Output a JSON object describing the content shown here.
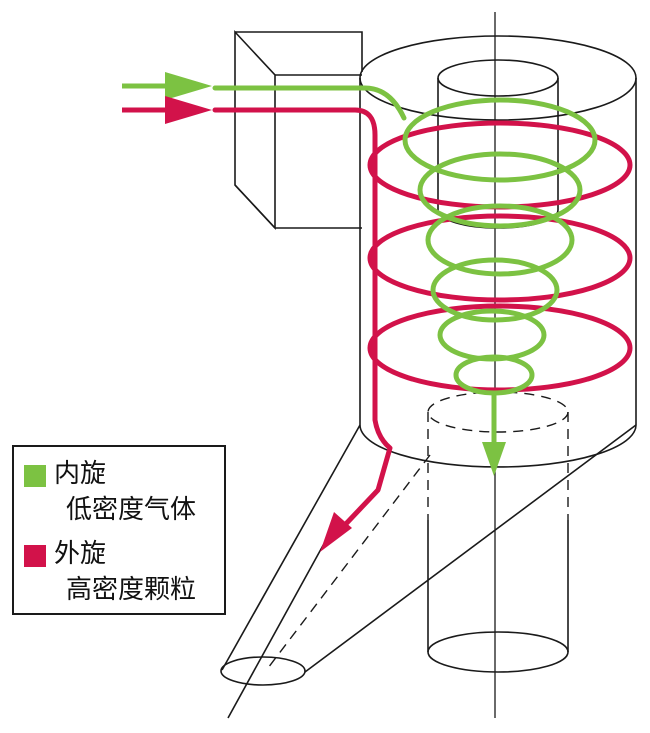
{
  "legend": {
    "inner": {
      "line1": "内旋",
      "line2": "低密度气体",
      "color": "#7cc242"
    },
    "outer": {
      "line1": "外旋",
      "line2": "高密度颗粒",
      "color": "#d2124a"
    }
  },
  "colors": {
    "inner_flow": "#7cc242",
    "outer_flow": "#d2124a",
    "outline": "#1a1a1a"
  }
}
